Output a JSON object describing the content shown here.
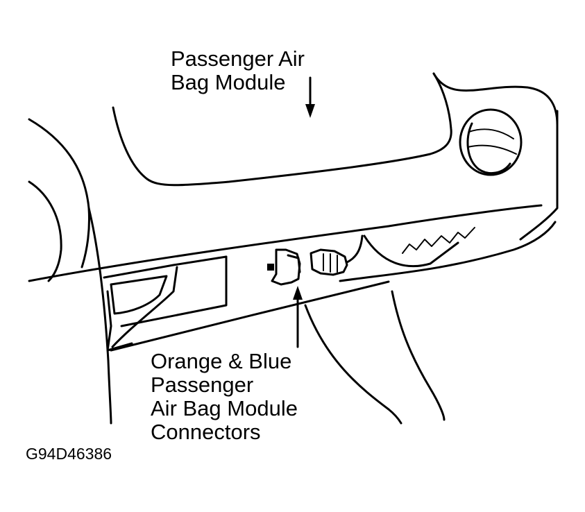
{
  "callouts": {
    "module": [
      "Passenger Air",
      "Bag Module"
    ],
    "connectors": [
      "Orange & Blue",
      "Passenger",
      "Air Bag Module",
      "Connectors"
    ]
  },
  "figure_id": "G94D46386",
  "colors": {
    "ink": "#000000",
    "background": "#ffffff"
  }
}
